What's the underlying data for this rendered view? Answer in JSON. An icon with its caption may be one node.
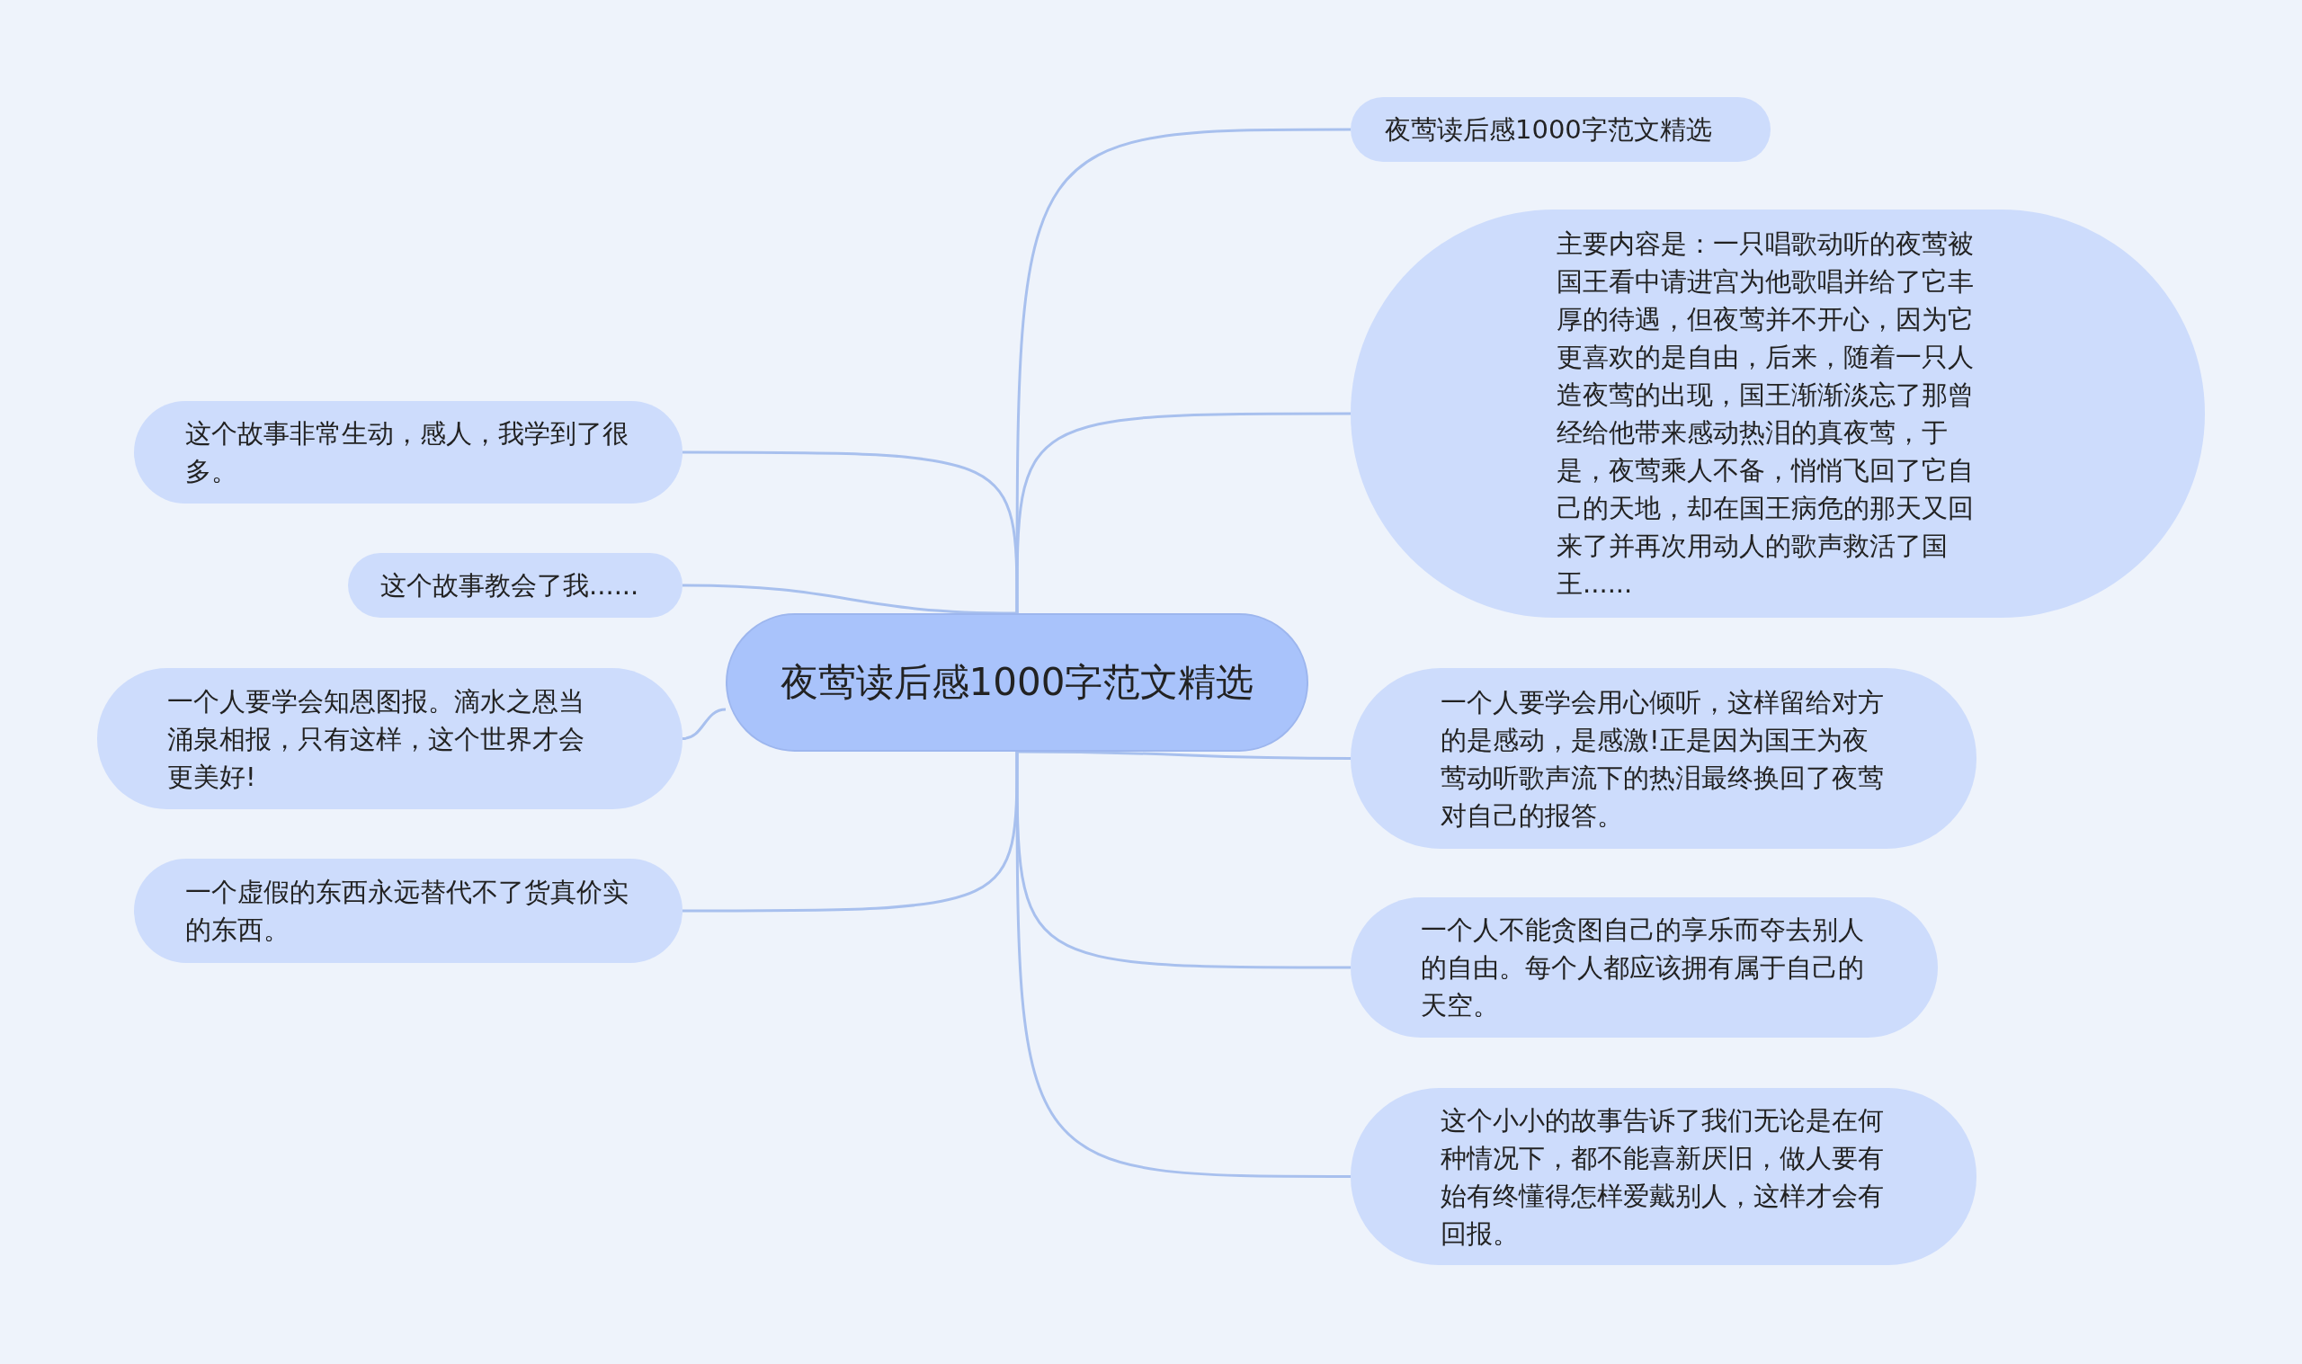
{
  "diagram": {
    "nodes": [
      {
        "text": [
          "夜莺读后感1000字范文精选"
        ]
      },
      {
        "text": [
          "夜莺读后感1000字范文精选"
        ]
      },
      {
        "text": [
          "主要内容是：一只唱歌动听的夜莺被国王看中请进宫为他歌唱并给了它丰厚的待遇，但夜莺并不开心，因为它更喜欢的是自由，后来，随着一只人造夜莺的出现，国王渐渐淡忘了那曾经给他带来感动热泪的真夜莺，于是，夜莺乘人不备，悄悄飞回了它自己的天地，却在国王病危的那天又回来了并再次用动人的歌声救活了国王......"
        ]
      },
      {
        "text": [
          "一个人要学会用心倾听，这样留给对方的是感动，是感激!正是因为国王为夜莺动听歌声流下的热泪最终换回了夜莺对自己的报答。"
        ]
      },
      {
        "text": [
          "一个人不能贪图自己的享乐而夺去别人的自由。每个人都应该拥有属于自己的天空。"
        ]
      },
      {
        "text": [
          "这个小小的故事告诉了我们无论是在何种情况下，都不能喜新厌旧，做人要有始有终懂得怎样爱戴别人，这样才会有回报。"
        ]
      },
      {
        "text": [
          "这个故事非常生动，感人，我学到了很多。"
        ]
      },
      {
        "text": [
          "这个故事教会了我......"
        ]
      },
      {
        "text": [
          "一个人要学会知恩图报。滴水之恩当涌泉相报，只有这样，这个世界才会更美好!"
        ]
      },
      {
        "text": [
          "一个虚假的东西永远替代不了货真价实的东西。"
        ]
      }
    ],
    "edges": [
      {
        "from": 0,
        "to": 1,
        "arrow": "none"
      },
      {
        "from": 0,
        "to": 2,
        "arrow": "none"
      },
      {
        "from": 0,
        "to": 3,
        "arrow": "none"
      },
      {
        "from": 0,
        "to": 4,
        "arrow": "none"
      },
      {
        "from": 0,
        "to": 5,
        "arrow": "none"
      },
      {
        "from": 0,
        "to": 6,
        "arrow": "none"
      },
      {
        "from": 0,
        "to": 7,
        "arrow": "none"
      },
      {
        "from": 0,
        "to": 8,
        "arrow": "none"
      },
      {
        "from": 0,
        "to": 9,
        "arrow": "none"
      }
    ]
  }
}
